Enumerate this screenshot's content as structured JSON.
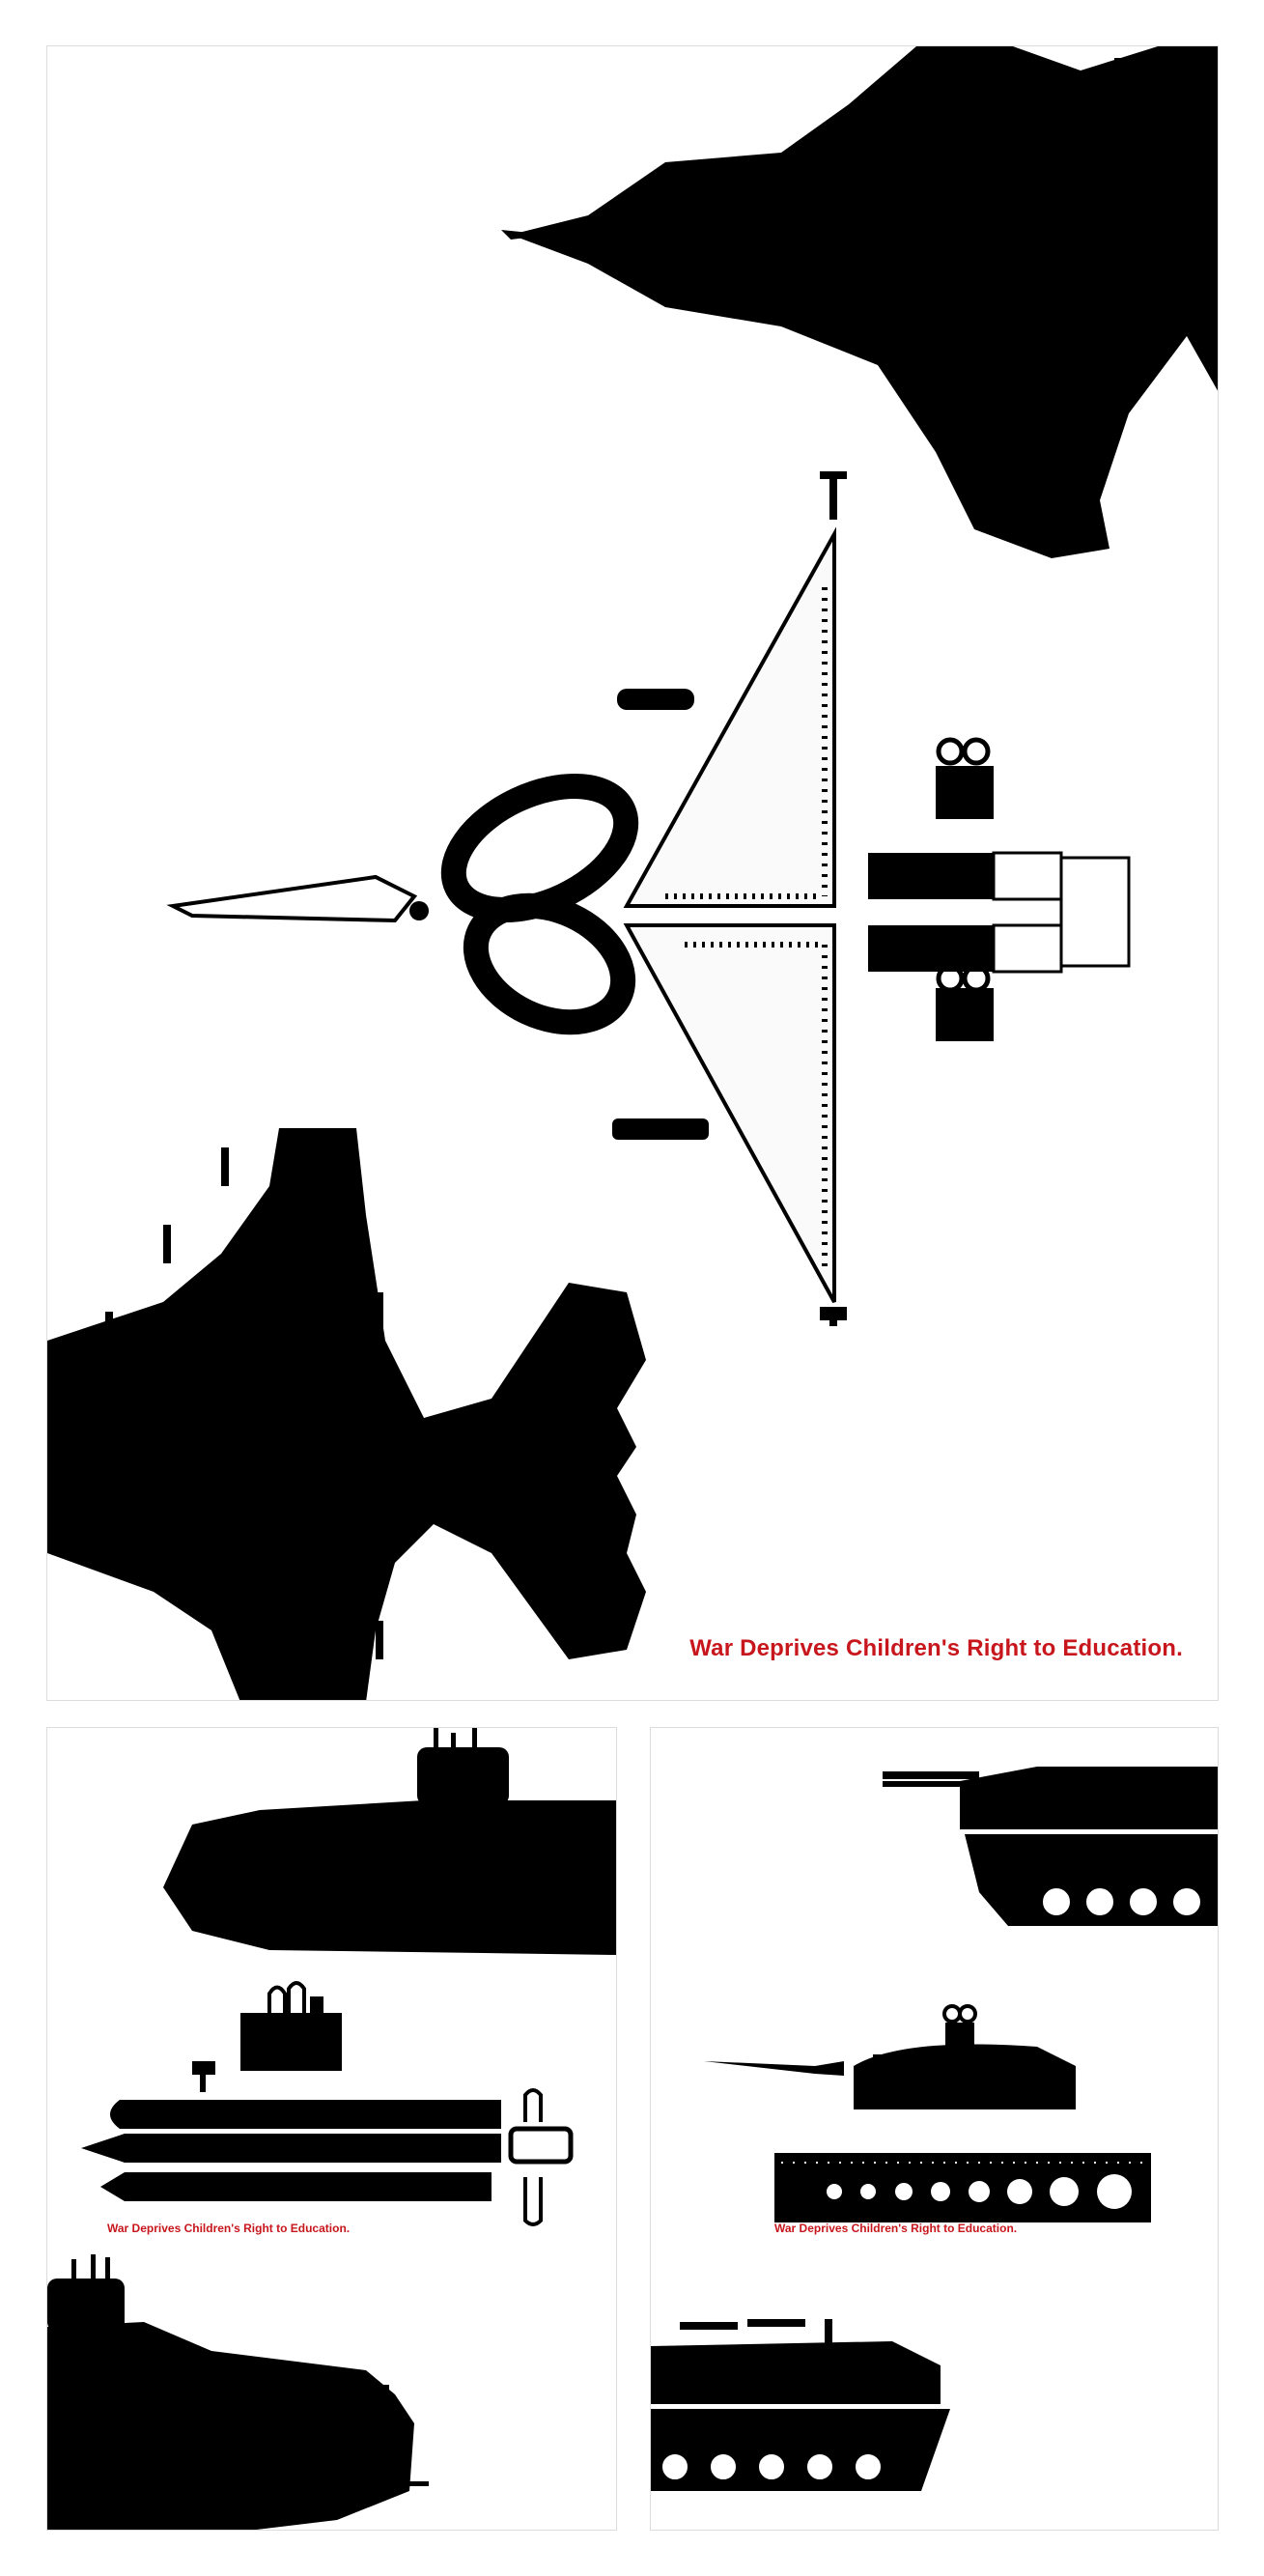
{
  "slogans": {
    "top": "War Deprives Children's Right to Education.",
    "left": "War Deprives Children's Right to Education.",
    "right": "War Deprives Children's Right to Education."
  },
  "colors": {
    "slogan": "#c8161d",
    "silhouette": "#000000",
    "background": "#ffffff",
    "border": "#dcdcdc"
  },
  "icons": {
    "top": [
      "fighter-jet-icon",
      "scissors-icon",
      "set-square-ruler-icon",
      "binder-clip-icon",
      "eraser-icon",
      "pushpin-icon"
    ],
    "left": [
      "submarine-icon",
      "pen-icon",
      "paper-clip-icon",
      "pushpin-icon"
    ],
    "right": [
      "tank-icon",
      "pencil-icon",
      "binder-clip-icon",
      "ruler-icon"
    ]
  }
}
